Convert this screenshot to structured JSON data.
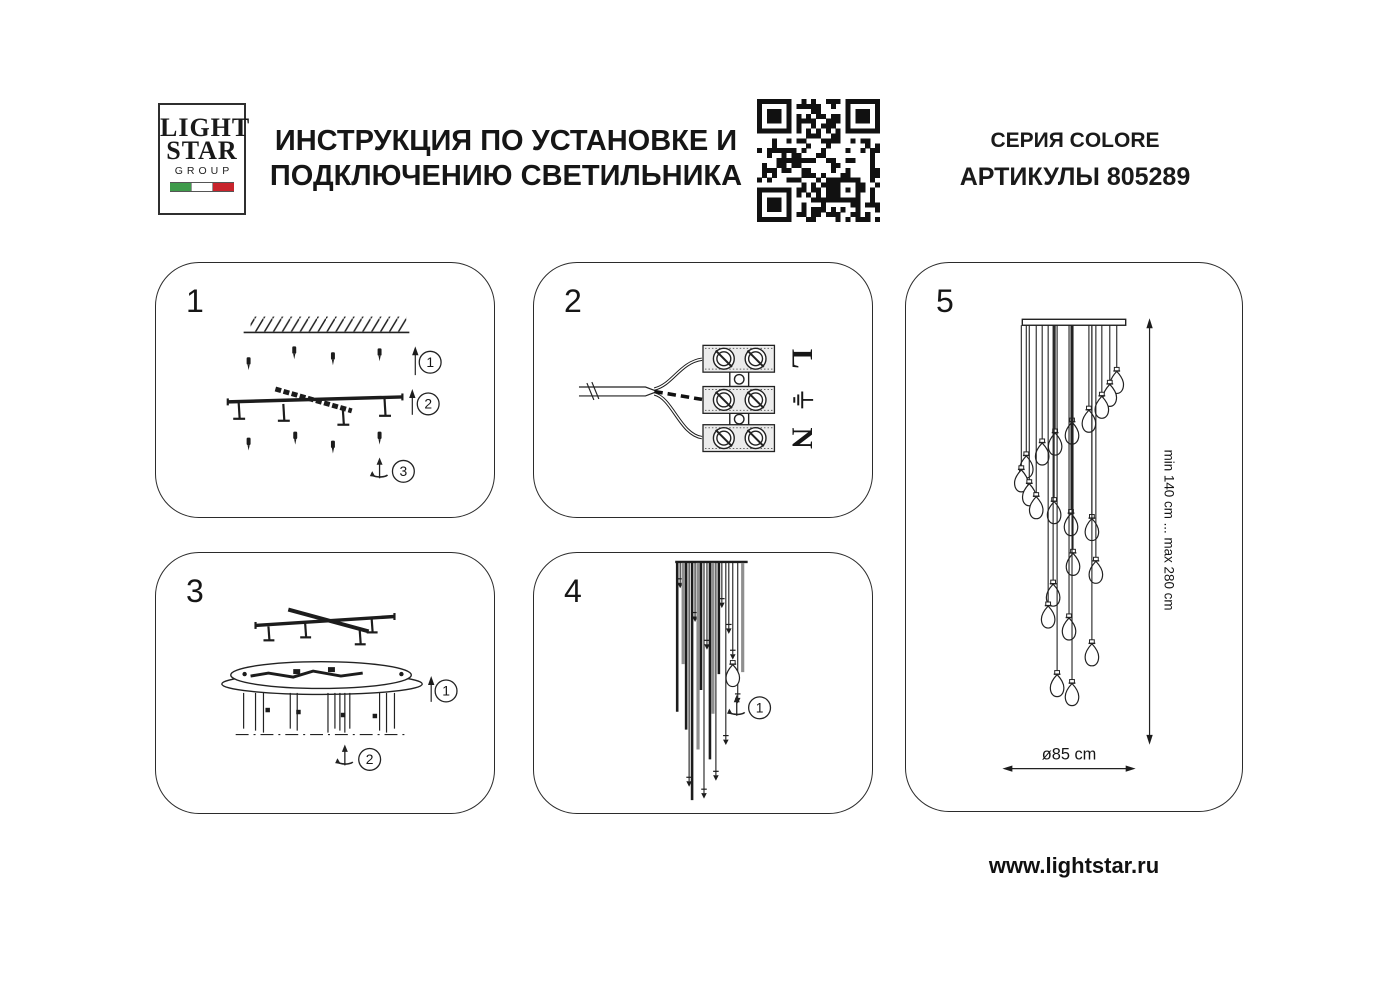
{
  "logo": {
    "line1": "LIGHT",
    "line2": "STAR",
    "line3": "GROUP",
    "flag_colors": [
      "#3f9b4b",
      "#ffffff",
      "#c8242c"
    ]
  },
  "header": {
    "title_line1": "ИНСТРУКЦИЯ ПО УСТАНОВКЕ И",
    "title_line2": "ПОДКЛЮЧЕНИЮ СВЕТИЛЬНИКА",
    "series": "СЕРИЯ COLORE",
    "articles": "АРТИКУЛЫ 805289",
    "qr_icon": "qr-code"
  },
  "steps": [
    {
      "number": "1",
      "markers": [
        "1",
        "2",
        "3"
      ]
    },
    {
      "number": "2",
      "terminal_labels": {
        "line": "L",
        "neutral": "N",
        "ground_icon": "earth-ground-symbol"
      }
    },
    {
      "number": "3",
      "markers": [
        "1",
        "2"
      ]
    },
    {
      "number": "4",
      "markers": [
        "1"
      ]
    },
    {
      "number": "5",
      "dimensions": {
        "height_range": "min 140 cm ... max 280 cm",
        "diameter": "ø85 cm"
      }
    }
  ],
  "footer": {
    "website": "www.lightstar.ru"
  },
  "colors": {
    "ink": "#1f1f1f",
    "panel_border": "#2b2b2b"
  }
}
